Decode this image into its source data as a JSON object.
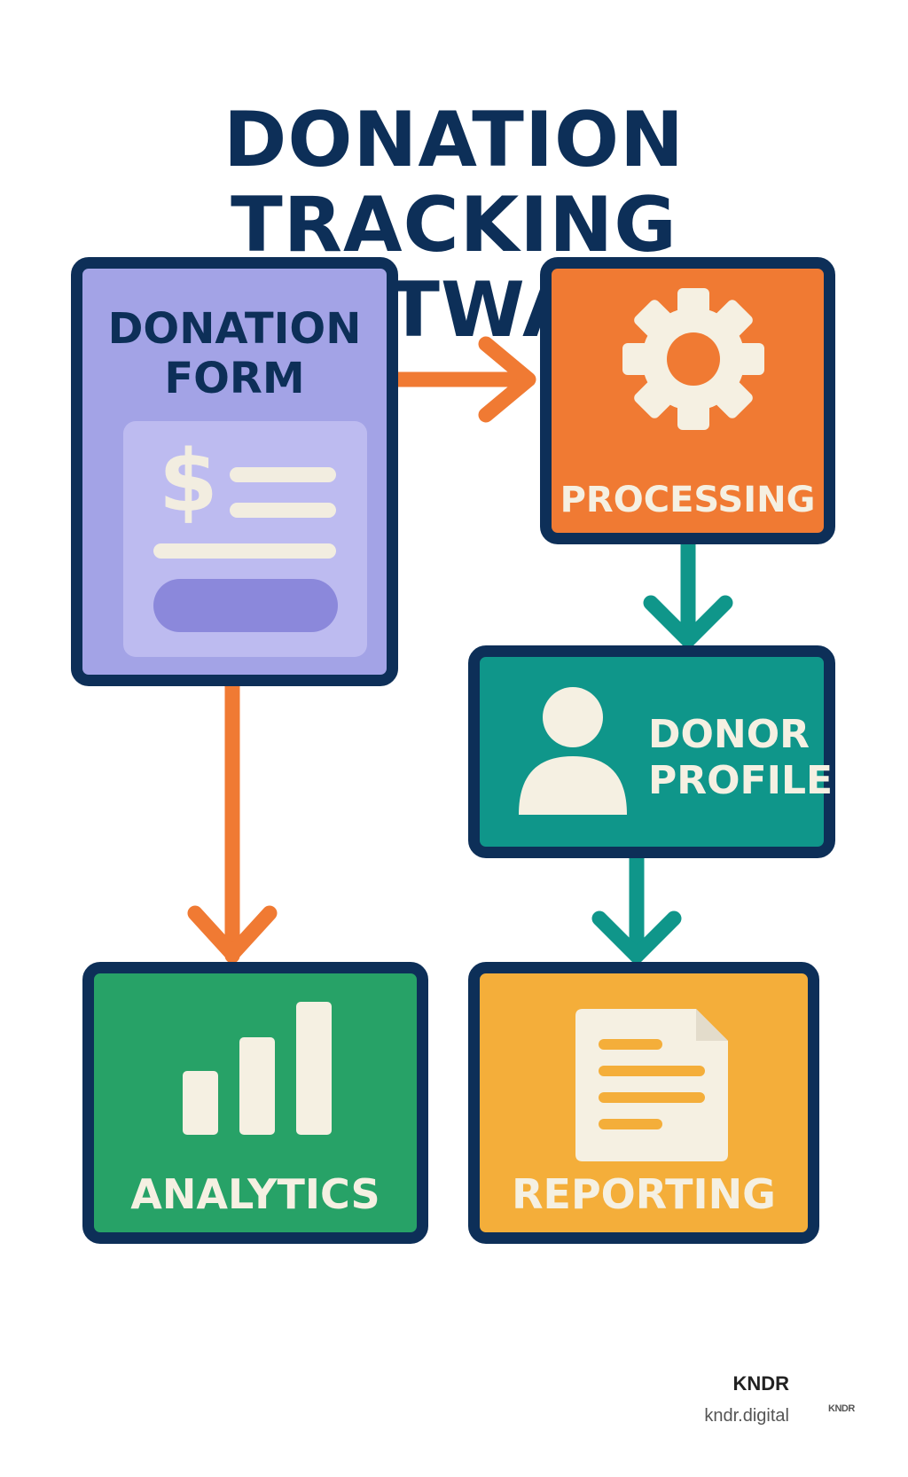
{
  "title": {
    "line1": "DONATION TRACKING",
    "line2": "SOFTWARE"
  },
  "nodes": {
    "donation_form": {
      "line1": "DONATION",
      "line2": "FORM",
      "icon": "dollar-sign-icon",
      "symbol": "$",
      "color": "#a3a3e6"
    },
    "processing": {
      "label": "PROCESSING",
      "icon": "gear-icon",
      "color": "#f07a33"
    },
    "donor_profile": {
      "line1": "DONOR",
      "line2": "PROFILE",
      "icon": "person-icon",
      "color": "#0f968a"
    },
    "analytics": {
      "label": "ANALYTICS",
      "icon": "bar-chart-icon",
      "color": "#27a267"
    },
    "reporting": {
      "label": "REPORTING",
      "icon": "document-icon",
      "color": "#f4ae3a"
    }
  },
  "edges": [
    {
      "from": "donation_form",
      "to": "processing",
      "color": "#f07a33"
    },
    {
      "from": "processing",
      "to": "donor_profile",
      "color": "#0f968a"
    },
    {
      "from": "donor_profile",
      "to": "reporting",
      "color": "#0f968a"
    },
    {
      "from": "donation_form",
      "to": "analytics",
      "color": "#f07a33"
    }
  ],
  "brand": {
    "name": "KNDR",
    "url": "kndr.digital",
    "mark": "KNDR"
  },
  "colors": {
    "outline": "#0d2f58",
    "icon_fill": "#f5f0e2"
  }
}
